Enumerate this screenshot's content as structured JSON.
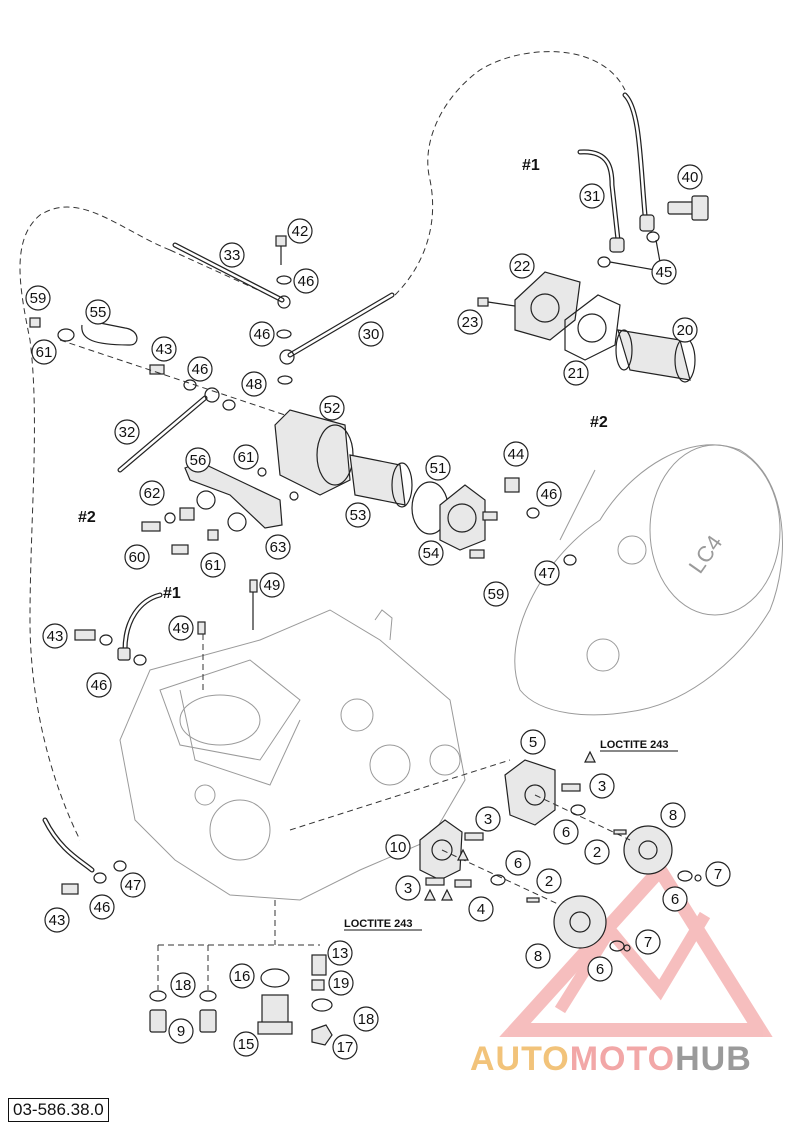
{
  "diagram": {
    "code": "03-586.38.0",
    "loctite_labels": [
      "LOCTITE 243",
      "LOCTITE 243"
    ],
    "hose_tags": [
      {
        "id": "t1a",
        "label": "#1"
      },
      {
        "id": "t2a",
        "label": "#2"
      },
      {
        "id": "t2b",
        "label": "#2"
      },
      {
        "id": "t1b",
        "label": "#1"
      }
    ],
    "callouts": [
      {
        "id": "c40",
        "label": "40"
      },
      {
        "id": "c31",
        "label": "31"
      },
      {
        "id": "c45",
        "label": "45"
      },
      {
        "id": "c42",
        "label": "42"
      },
      {
        "id": "c33",
        "label": "33"
      },
      {
        "id": "c46a",
        "label": "46"
      },
      {
        "id": "c22",
        "label": "22"
      },
      {
        "id": "c59a",
        "label": "59"
      },
      {
        "id": "c55",
        "label": "55"
      },
      {
        "id": "c46b",
        "label": "46"
      },
      {
        "id": "c30",
        "label": "30"
      },
      {
        "id": "c23",
        "label": "23"
      },
      {
        "id": "c20",
        "label": "20"
      },
      {
        "id": "c61a",
        "label": "61"
      },
      {
        "id": "c43a",
        "label": "43"
      },
      {
        "id": "c46c",
        "label": "46"
      },
      {
        "id": "c21",
        "label": "21"
      },
      {
        "id": "c48",
        "label": "48"
      },
      {
        "id": "c52",
        "label": "52"
      },
      {
        "id": "c32",
        "label": "32"
      },
      {
        "id": "c56",
        "label": "56"
      },
      {
        "id": "c61b",
        "label": "61"
      },
      {
        "id": "c51",
        "label": "51"
      },
      {
        "id": "c44",
        "label": "44"
      },
      {
        "id": "c46d",
        "label": "46"
      },
      {
        "id": "c62",
        "label": "62"
      },
      {
        "id": "c53",
        "label": "53"
      },
      {
        "id": "c60",
        "label": "60"
      },
      {
        "id": "c63",
        "label": "63"
      },
      {
        "id": "c61c",
        "label": "61"
      },
      {
        "id": "c54",
        "label": "54"
      },
      {
        "id": "c59b",
        "label": "59"
      },
      {
        "id": "c47a",
        "label": "47"
      },
      {
        "id": "c49a",
        "label": "49"
      },
      {
        "id": "c49b",
        "label": "49"
      },
      {
        "id": "c43b",
        "label": "43"
      },
      {
        "id": "c46e",
        "label": "46"
      },
      {
        "id": "c5",
        "label": "5"
      },
      {
        "id": "c3a",
        "label": "3"
      },
      {
        "id": "c8a",
        "label": "8"
      },
      {
        "id": "c3b",
        "label": "3"
      },
      {
        "id": "c6a",
        "label": "6"
      },
      {
        "id": "c10",
        "label": "10"
      },
      {
        "id": "c2a",
        "label": "2"
      },
      {
        "id": "c6b",
        "label": "6"
      },
      {
        "id": "c7a",
        "label": "7"
      },
      {
        "id": "c47b",
        "label": "47"
      },
      {
        "id": "c3c",
        "label": "3"
      },
      {
        "id": "c2b",
        "label": "2"
      },
      {
        "id": "c6c",
        "label": "6"
      },
      {
        "id": "c43c",
        "label": "43"
      },
      {
        "id": "c46f",
        "label": "46"
      },
      {
        "id": "c4",
        "label": "4"
      },
      {
        "id": "c13",
        "label": "13"
      },
      {
        "id": "c8b",
        "label": "8"
      },
      {
        "id": "c7b",
        "label": "7"
      },
      {
        "id": "c6d",
        "label": "6"
      },
      {
        "id": "c18a",
        "label": "18"
      },
      {
        "id": "c16",
        "label": "16"
      },
      {
        "id": "c19",
        "label": "19"
      },
      {
        "id": "c18b",
        "label": "18"
      },
      {
        "id": "c9",
        "label": "9"
      },
      {
        "id": "c15",
        "label": "15"
      },
      {
        "id": "c17",
        "label": "17"
      }
    ],
    "cover_text": "LC4"
  },
  "watermark": {
    "part1": "AUTO",
    "part2": "MOTO",
    "part3": "HUB"
  },
  "colors": {
    "watermark_red": "#f08a8a",
    "watermark_orange": "#f2c37a",
    "line": "#222222"
  }
}
